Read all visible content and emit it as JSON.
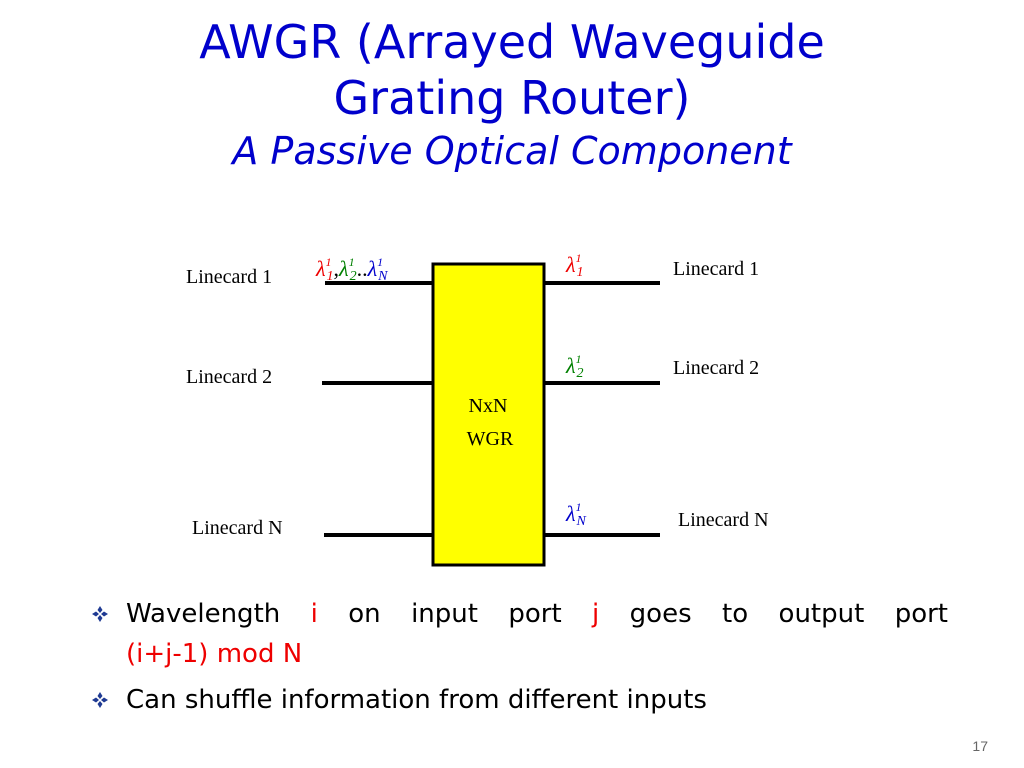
{
  "title": {
    "line1": "AWGR (Arrayed Waveguide",
    "line2": "Grating Router)",
    "subtitle": "A Passive Optical Component"
  },
  "diagram": {
    "box_line1": "NxN",
    "box_line2": "WGR",
    "box_color": "#ffff00",
    "inputs": [
      {
        "label": "Linecard 1"
      },
      {
        "label": "Linecard 2"
      },
      {
        "label": "Linecard N"
      }
    ],
    "outputs": [
      {
        "label": "Linecard 1",
        "wavelength": {
          "symbol": "λ",
          "sup": "1",
          "sub": "1",
          "color": "#ee0000"
        }
      },
      {
        "label": "Linecard 2",
        "wavelength": {
          "symbol": "λ",
          "sup": "1",
          "sub": "2",
          "color": "#008000"
        }
      },
      {
        "label": "Linecard N",
        "wavelength": {
          "symbol": "λ",
          "sup": "1",
          "sub": "N",
          "color": "#0000cc"
        }
      }
    ],
    "input_wavelengths": {
      "w1": {
        "symbol": "λ",
        "sup": "1",
        "sub": "1",
        "color": "#ee0000"
      },
      "comma": ",",
      "w2": {
        "symbol": "λ",
        "sup": "1",
        "sub": "2",
        "color": "#008000"
      },
      "dots": "..",
      "w3": {
        "symbol": "λ",
        "sup": "1",
        "sub": "N",
        "color": "#0000cc"
      }
    }
  },
  "bullets": [
    {
      "parts": [
        "Wavelength ",
        "i",
        " on input port ",
        "j",
        " goes to output port"
      ],
      "line2": "(i+j-1) mod N"
    },
    {
      "text": "Can shuffle information from different inputs"
    }
  ],
  "bullet_icon": "four-diamond-bullet-icon",
  "page_number": "17",
  "colors": {
    "title": "#0000cc",
    "highlight": "#ee0000",
    "line": "#000000"
  }
}
